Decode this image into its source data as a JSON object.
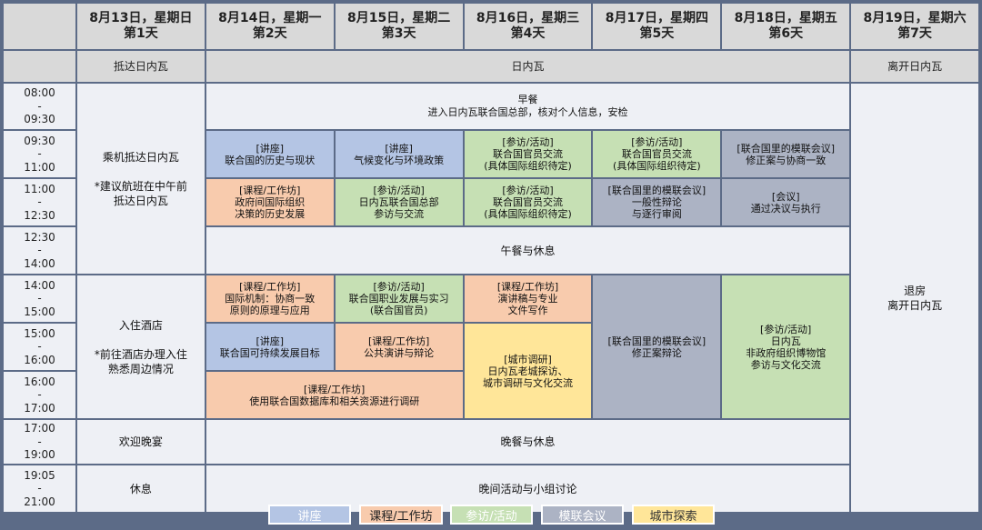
{
  "days": [
    {
      "date": "8月13日，星期日",
      "day": "第1天"
    },
    {
      "date": "8月14日，星期一",
      "day": "第2天"
    },
    {
      "date": "8月15日，星期二",
      "day": "第3天"
    },
    {
      "date": "8月16日，星期三",
      "day": "第4天"
    },
    {
      "date": "8月17日，星期四",
      "day": "第5天"
    },
    {
      "date": "8月18日，星期五",
      "day": "第6天"
    },
    {
      "date": "8月19日，星期六",
      "day": "第7天"
    }
  ],
  "locations": {
    "arrive": "抵达日内瓦",
    "geneva": "日内瓦",
    "depart": "离开日内瓦"
  },
  "times": [
    "08:00\n-\n09:30",
    "09:30\n-\n11:00",
    "11:00\n-\n12:30",
    "12:30\n-\n14:00",
    "14:00\n-\n15:00",
    "15:00\n-\n16:00",
    "16:00\n-\n17:00",
    "17:00\n-\n19:00",
    "19:05\n-\n21:00"
  ],
  "day1": {
    "morning": "乘机抵达日内瓦\n\n*建议航班在中午前\n抵达日内瓦",
    "afternoon": "入住酒店\n\n*前往酒店办理入住\n熟悉周边情况",
    "evening": "欢迎晚宴",
    "night": "休息"
  },
  "day7": {
    "checkout": "退房\n离开日内瓦"
  },
  "shared": {
    "breakfast": "早餐\n进入日内瓦联合国总部，核对个人信息，安检",
    "lunch": "午餐与休息",
    "dinner": "晚餐与休息",
    "night": "晚间活动与小组讨论"
  },
  "sessions": {
    "d2_0930": "[讲座]\n联合国的历史与现状",
    "d3_0930": "[讲座]\n气候变化与环境政策",
    "d4_0930": "[参访/活动]\n联合国官员交流\n(具体国际组织待定)",
    "d5_0930": "[参访/活动]\n联合国官员交流\n(具体国际组织待定)",
    "d6_0930": "[联合国里的模联会议]\n修正案与协商一致",
    "d2_1100": "[课程/工作坊]\n政府间国际组织\n决策的历史发展",
    "d3_1100": "[参访/活动]\n日内瓦联合国总部\n参访与交流",
    "d4_1100": "[参访/活动]\n联合国官员交流\n(具体国际组织待定)",
    "d5_1100": "[联合国里的模联会议]\n一般性辩论\n与逐行审阅",
    "d6_1100": "[会议]\n通过决议与执行",
    "d2_1400": "[课程/工作坊]\n国际机制：协商一致\n原则的原理与应用",
    "d3_1400": "[参访/活动]\n联合国职业发展与实习\n(联合国官员)",
    "d4_1400": "[课程/工作坊]\n演讲稿与专业\n文件写作",
    "d5_1400": "[联合国里的模联会议]\n修正案辩论",
    "d6_1400": "[参访/活动]\n日内瓦\n非政府组织博物馆\n参访与文化交流",
    "d2_1500": "[讲座]\n联合国可持续发展目标",
    "d3_1500": "[课程/工作坊]\n公共演讲与辩论",
    "d4_1500": "[城市调研]\n日内瓦老城探访、\n城市调研与文化交流",
    "d23_1600": "[课程/工作坊]\n使用联合国数据库和相关资源进行调研"
  },
  "legend": [
    "讲座",
    "课程/工作坊",
    "参访/活动",
    "模联会议",
    "城市探索"
  ],
  "colors": {
    "lecture": "#b4c5e4",
    "course": "#f8cbad",
    "visit": "#c6e0b4",
    "mun": "#acb3c4",
    "city": "#ffe699",
    "header": "#d9d9d9",
    "background": "#5c6b87"
  }
}
